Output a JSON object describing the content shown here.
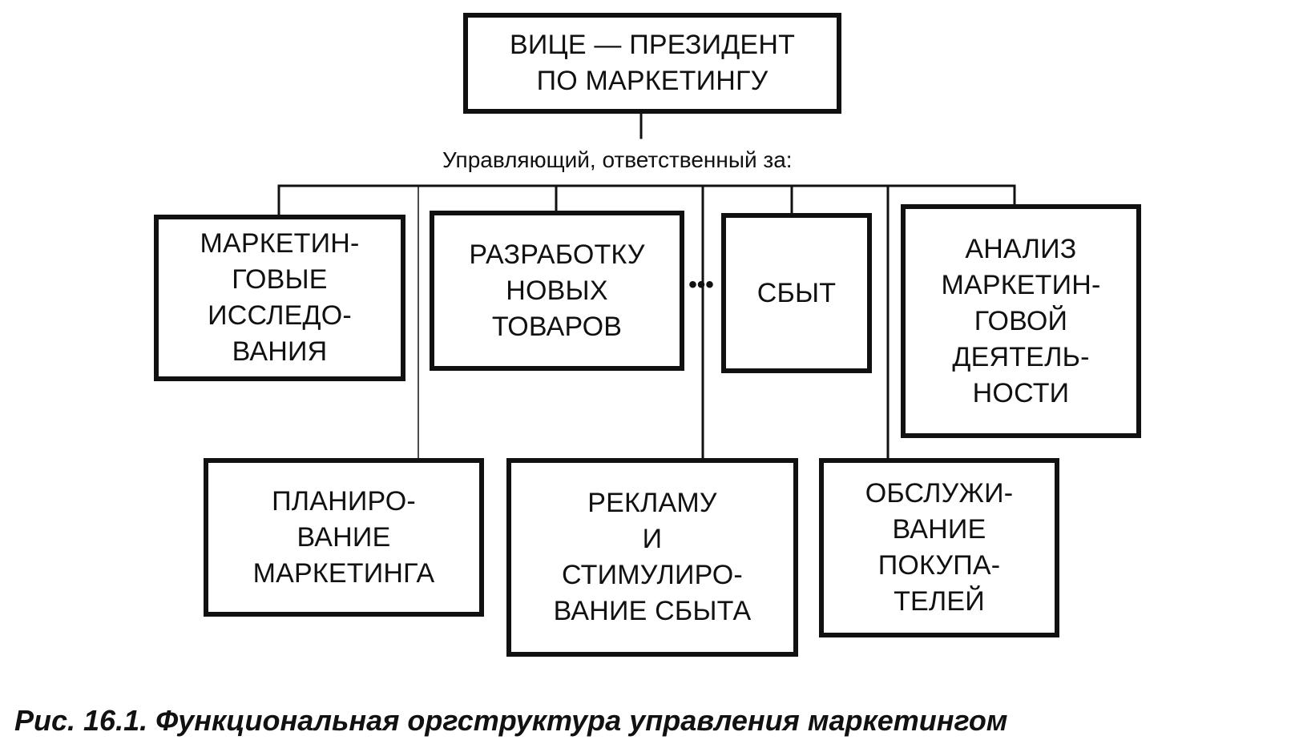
{
  "top": {
    "text": "ВИЦЕ — ПРЕЗИДЕНТ\nПО МАРКЕТИНГУ"
  },
  "manager_label": "Управляющий, ответственный за:",
  "ellipsis": "•••",
  "functions": {
    "research": "МАРКЕТИН-\nГОВЫЕ\nИССЛЕДО-\nВАНИЯ",
    "new_products": "РАЗРАБОТКУ\nНОВЫХ\nТОВАРОВ",
    "sales": "СБЫТ",
    "analysis": "АНАЛИЗ\nМАРКЕТИН-\nГОВОЙ\nДЕЯТЕЛЬ-\nНОСТИ",
    "planning": "ПЛАНИРО-\nВАНИЕ\nМАРКЕТИНГА",
    "advertising": "РЕКЛАМУ\nИ\nСТИМУЛИРО-\nВАНИЕ СБЫТА",
    "service": "ОБСЛУЖИ-\nВАНИЕ\nПОКУПА-\nТЕЛЕЙ"
  },
  "figure_caption": "Рис. 16.1. Функциональная оргструктура управления маркетингом"
}
